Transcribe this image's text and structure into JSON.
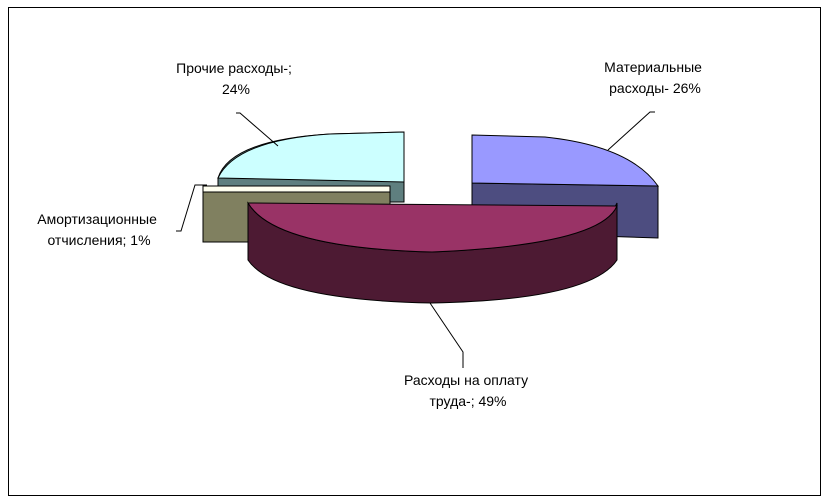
{
  "chart_data": {
    "type": "pie",
    "style": "3d-exploded",
    "title": "",
    "categories": [
      "Материальные расходы",
      "Расходы на оплату труда",
      "Амортизационные отчисления",
      "Прочие расходы"
    ],
    "values": [
      26,
      49,
      1,
      24
    ],
    "unit": "%",
    "colors": {
      "Материальные расходы": "#9999ff",
      "Расходы на оплату труда": "#993366",
      "Амортизационные отчисления": "#808060",
      "Прочие расходы": "#ccffff"
    },
    "labels": [
      {
        "id": "material",
        "lines": [
          "Материальные",
          "расходы- 26%"
        ]
      },
      {
        "id": "labor",
        "lines": [
          "Расходы на оплату",
          "труда-; 49%"
        ]
      },
      {
        "id": "amort",
        "lines": [
          "Амортизационные",
          "отчисления; 1%"
        ]
      },
      {
        "id": "other",
        "lines": [
          "Прочие расходы-;",
          "24%"
        ]
      }
    ],
    "legend": "none"
  }
}
